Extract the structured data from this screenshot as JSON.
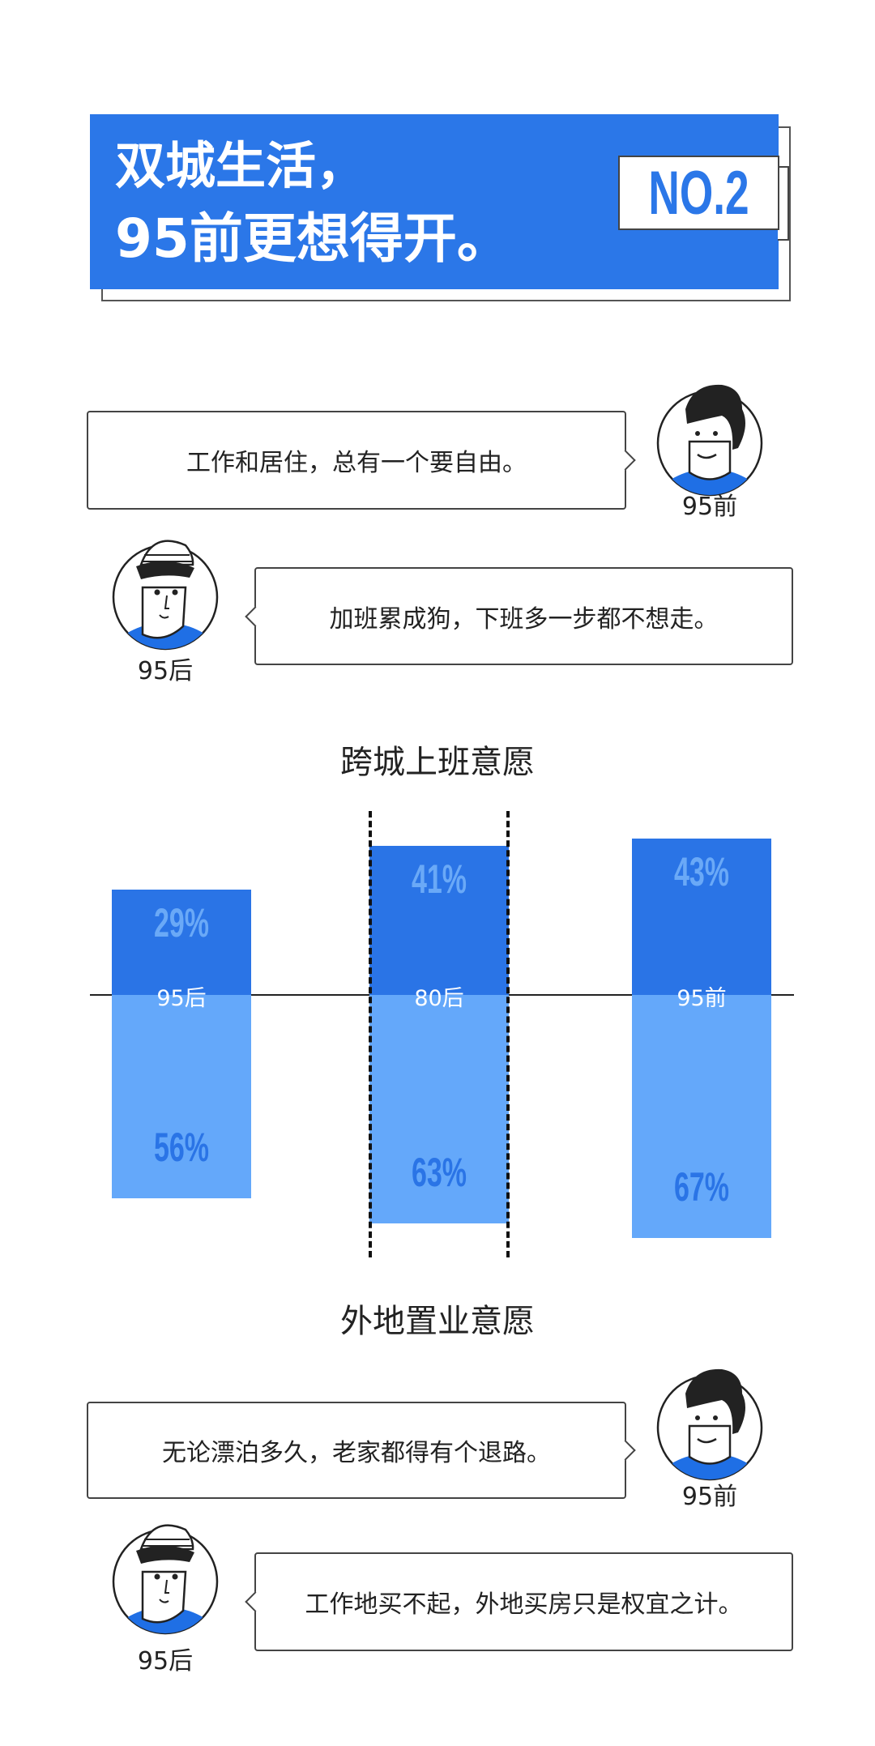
{
  "header": {
    "title_line1": "双城生活，",
    "title_line2": "95前更想得开。",
    "badge": "NO.2"
  },
  "section1": {
    "dialog": [
      {
        "speaker": "95前",
        "text": "工作和居住，总有一个要自由。"
      },
      {
        "speaker": "95后",
        "text": "加班累成狗，下班多一步都不想走。"
      }
    ]
  },
  "chart_data": {
    "type": "bar",
    "title": "跨城上班意愿",
    "categories": [
      "95后",
      "80后",
      "95前"
    ],
    "series": [
      {
        "name": "上方",
        "values": [
          29,
          41,
          43
        ],
        "color": "#2a74e6",
        "label_color": "#6aa9f7"
      },
      {
        "name": "下方",
        "values": [
          56,
          63,
          67
        ],
        "color": "#64a8fa",
        "label_color": "#2a74e6"
      }
    ],
    "labels_upper": [
      "29%",
      "41%",
      "43%"
    ],
    "labels_lower": [
      "56%",
      "63%",
      "67%"
    ],
    "highlight": "80后"
  },
  "section2": {
    "title": "外地置业意愿",
    "dialog": [
      {
        "speaker": "95前",
        "text": "无论漂泊多久，老家都得有个退路。"
      },
      {
        "speaker": "95后",
        "text": "工作地买不起，外地买房只是权宜之计。"
      }
    ]
  },
  "colors": {
    "accent": "#2b77e8",
    "bar_dark": "#2a74e6",
    "bar_light": "#64a8fa"
  }
}
